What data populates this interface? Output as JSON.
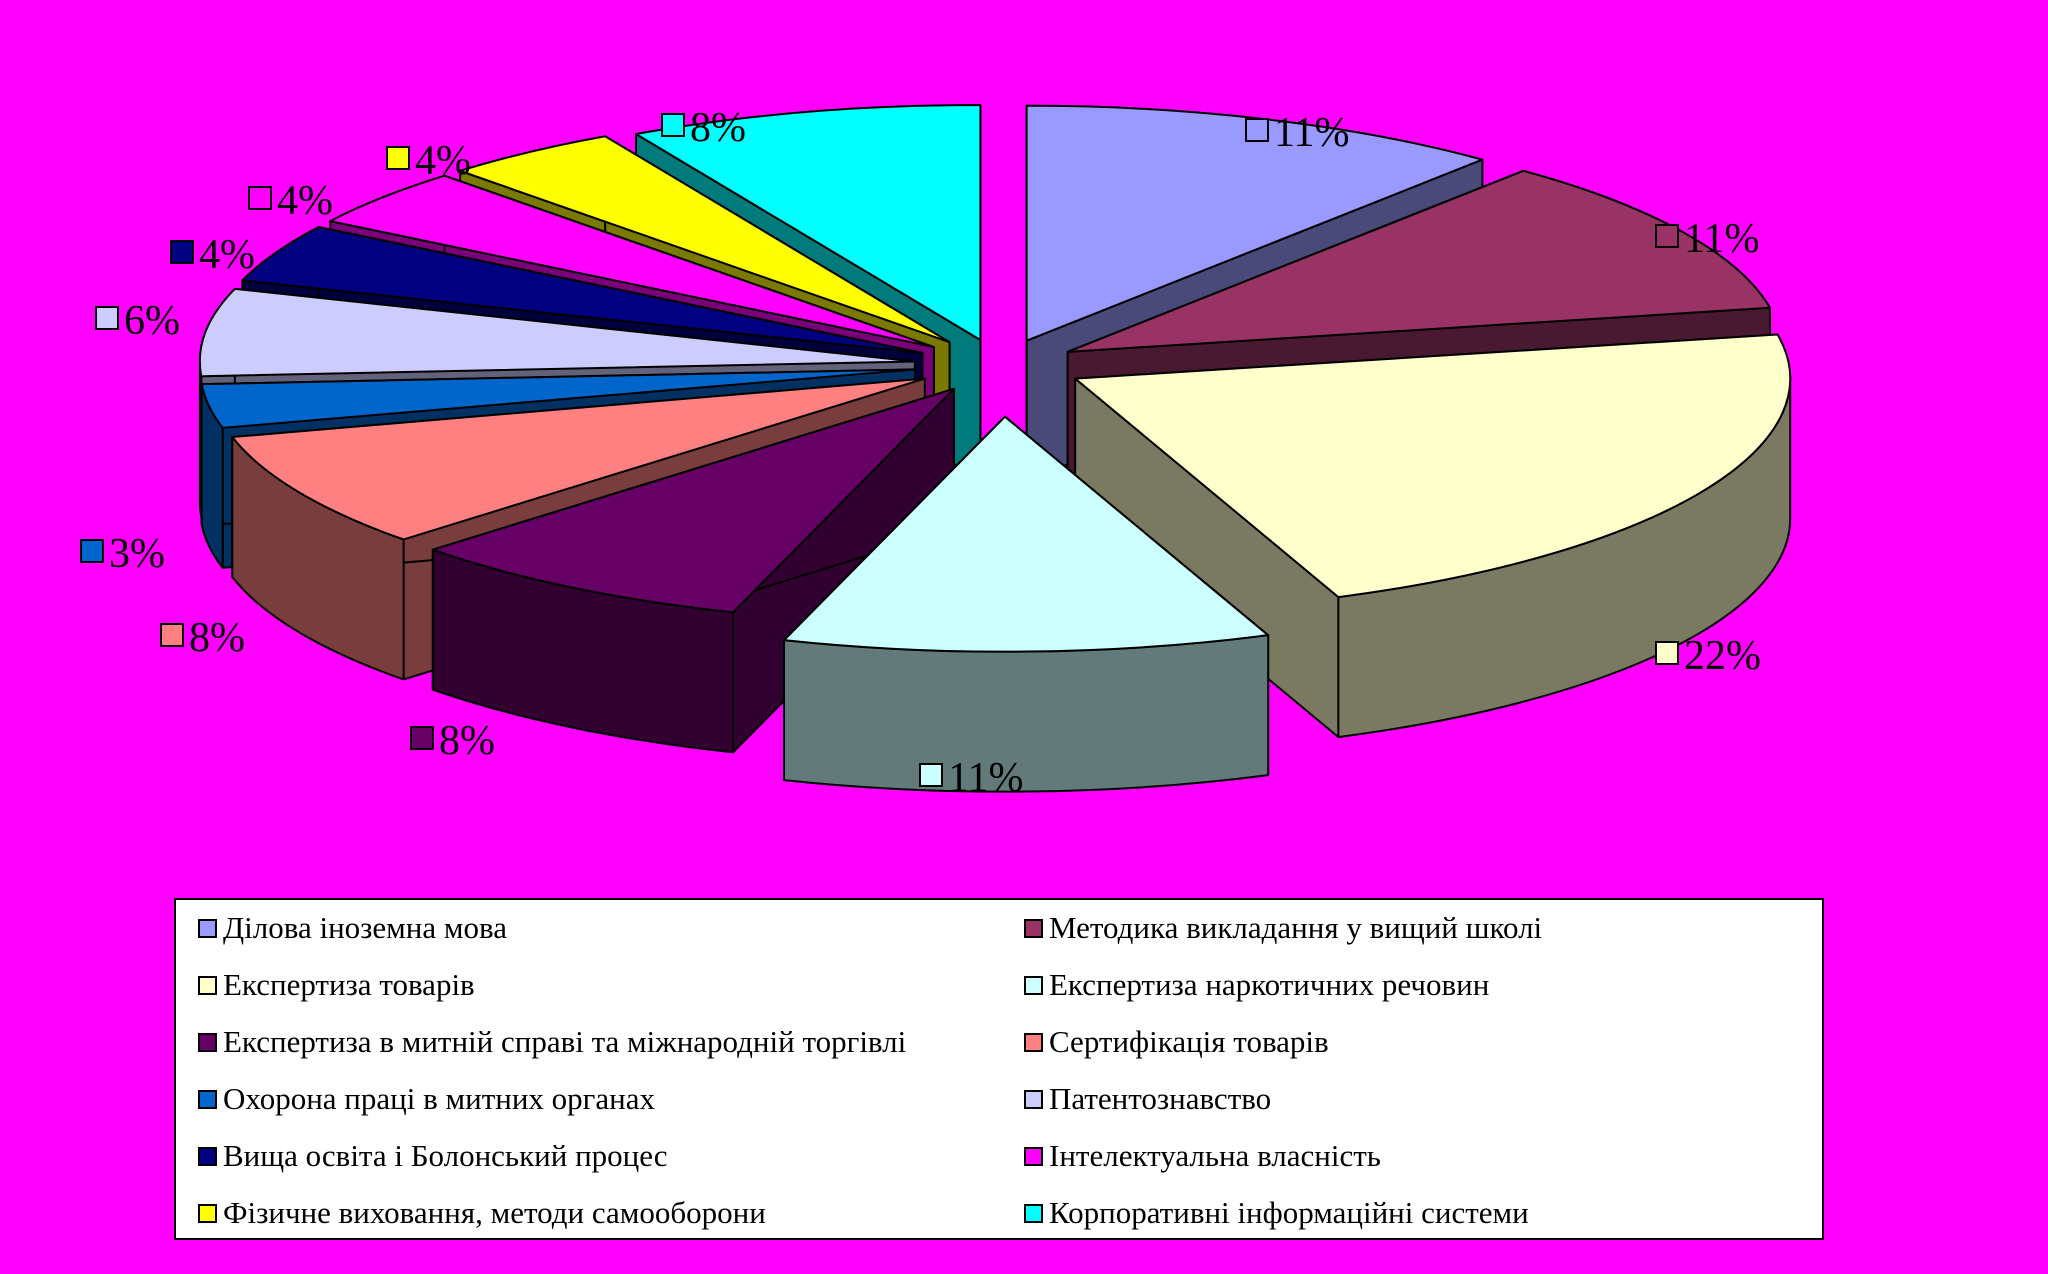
{
  "chart_data": {
    "type": "pie",
    "title": "",
    "categories": [
      "Ділова іноземна мова",
      "Методика викладання у вищий школі",
      "Експертиза товарів",
      "Експертиза наркотичних речовин",
      "Експертиза в митній справі та міжнародній торгівлі",
      "Сертифікація товарів",
      "Охорона праці в митних органах",
      "Патентознавство",
      "Вища освіта і Болонський процес",
      "Інтелектуальна власність",
      "Фізичне виховання, методи самооборони",
      "Корпоративні інформаційні системи"
    ],
    "values": [
      11,
      11,
      22,
      11,
      8,
      8,
      3,
      6,
      4,
      4,
      4,
      8
    ],
    "data_labels": [
      "11%",
      "11%",
      "22%",
      "11%",
      "8%",
      "8%",
      "3%",
      "6%",
      "4%",
      "4%",
      "4%",
      "8%"
    ],
    "colors": [
      "#9999FF",
      "#993366",
      "#FFFFCC",
      "#CCFFFF",
      "#660066",
      "#FF8080",
      "#0066CC",
      "#CCCCFF",
      "#000080",
      "#FF00FF",
      "#FFFF00",
      "#00FFFF"
    ],
    "style": "exploded-3d",
    "legend_position": "bottom",
    "background": "#FF00FF"
  }
}
